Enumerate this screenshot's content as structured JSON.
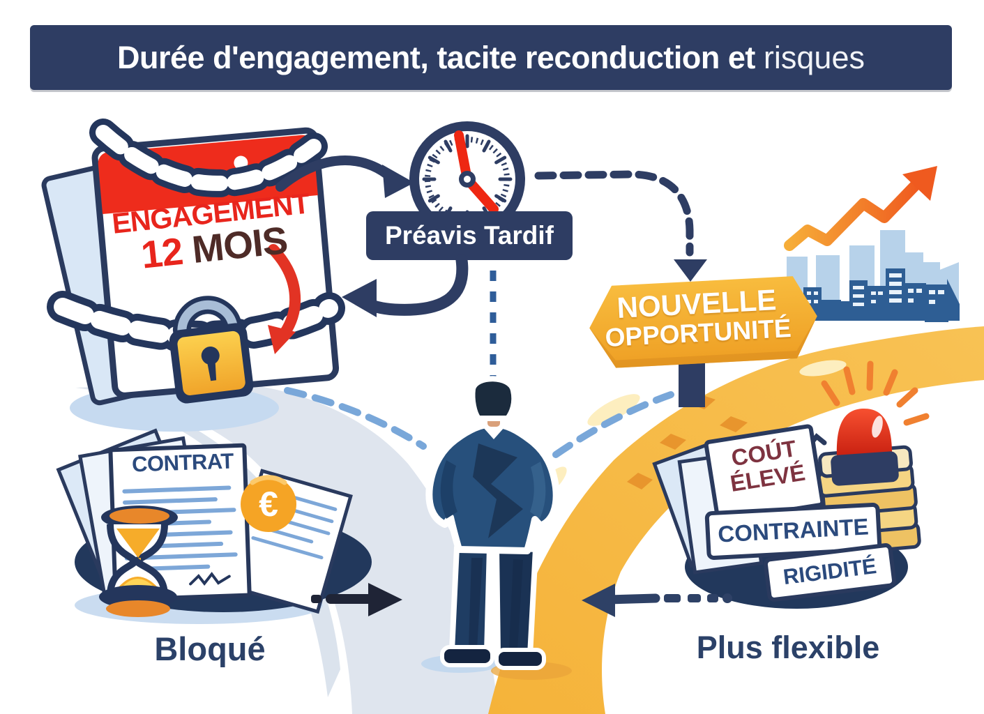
{
  "title": {
    "bold": "Durée d'engagement, tacite reconduction et",
    "regular": "risques"
  },
  "calendar": {
    "line1": "ENGAGEMENT",
    "number": "12",
    "word": "MOIS"
  },
  "clock_label": "Préavis Tardif",
  "sign": {
    "line1": "NOUVELLE",
    "line2": "OPPORTUNITÉ"
  },
  "contract": {
    "heading": "CONTRAT",
    "currency_symbol": "€"
  },
  "risk_cards": {
    "card1_line1": "COÚT",
    "card1_line2": "ÉLEVÉ",
    "card2": "CONTRAINTE",
    "card3": "RIGIDITÉ"
  },
  "outcomes": {
    "left": "Bloqué",
    "right": "Plus flexible"
  },
  "colors": {
    "navy": "#2e3d63",
    "red": "#e8281a",
    "amber": "#f5a623",
    "maroon": "#7e3340",
    "light_blue_dash": "#79a7d9",
    "city_blue": "#2e5e94",
    "road_gray": "#dfe5ee"
  }
}
